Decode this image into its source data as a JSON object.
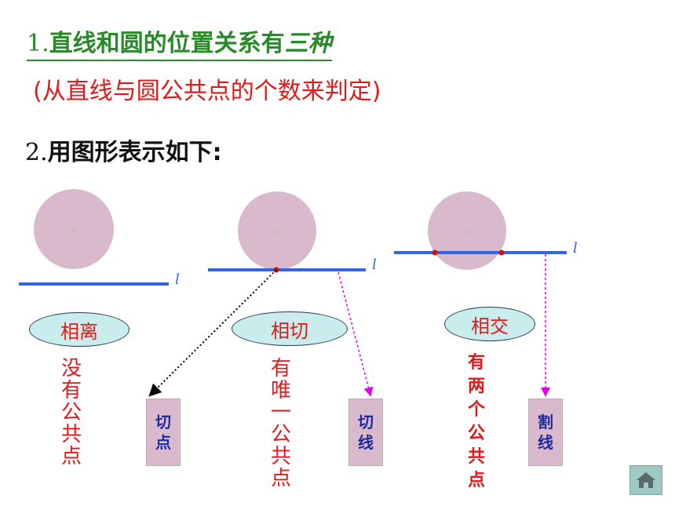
{
  "title": {
    "num": "1.",
    "text": "直线和圆的位置关系有",
    "emph": "三种"
  },
  "subtitle": "(从直线与圆公共点的个数来判定)",
  "section": {
    "num": "2.",
    "text": "用图形表示如下:"
  },
  "circle_label": "o",
  "line_label": "l",
  "cases": [
    {
      "name": "相离",
      "description": "没有公共点",
      "box": "切点"
    },
    {
      "name": "相切",
      "description": "有唯一公共点",
      "box": "切线"
    },
    {
      "name": "相交",
      "description": "有两个公共点",
      "box": "割线"
    }
  ],
  "colors": {
    "circle": "#d9b9cc",
    "line": "#3366dd",
    "text_red": "#e01a1a",
    "title_green": "#2a8a2a",
    "box_text": "#1f2a9a"
  },
  "home_icon": "home-icon"
}
